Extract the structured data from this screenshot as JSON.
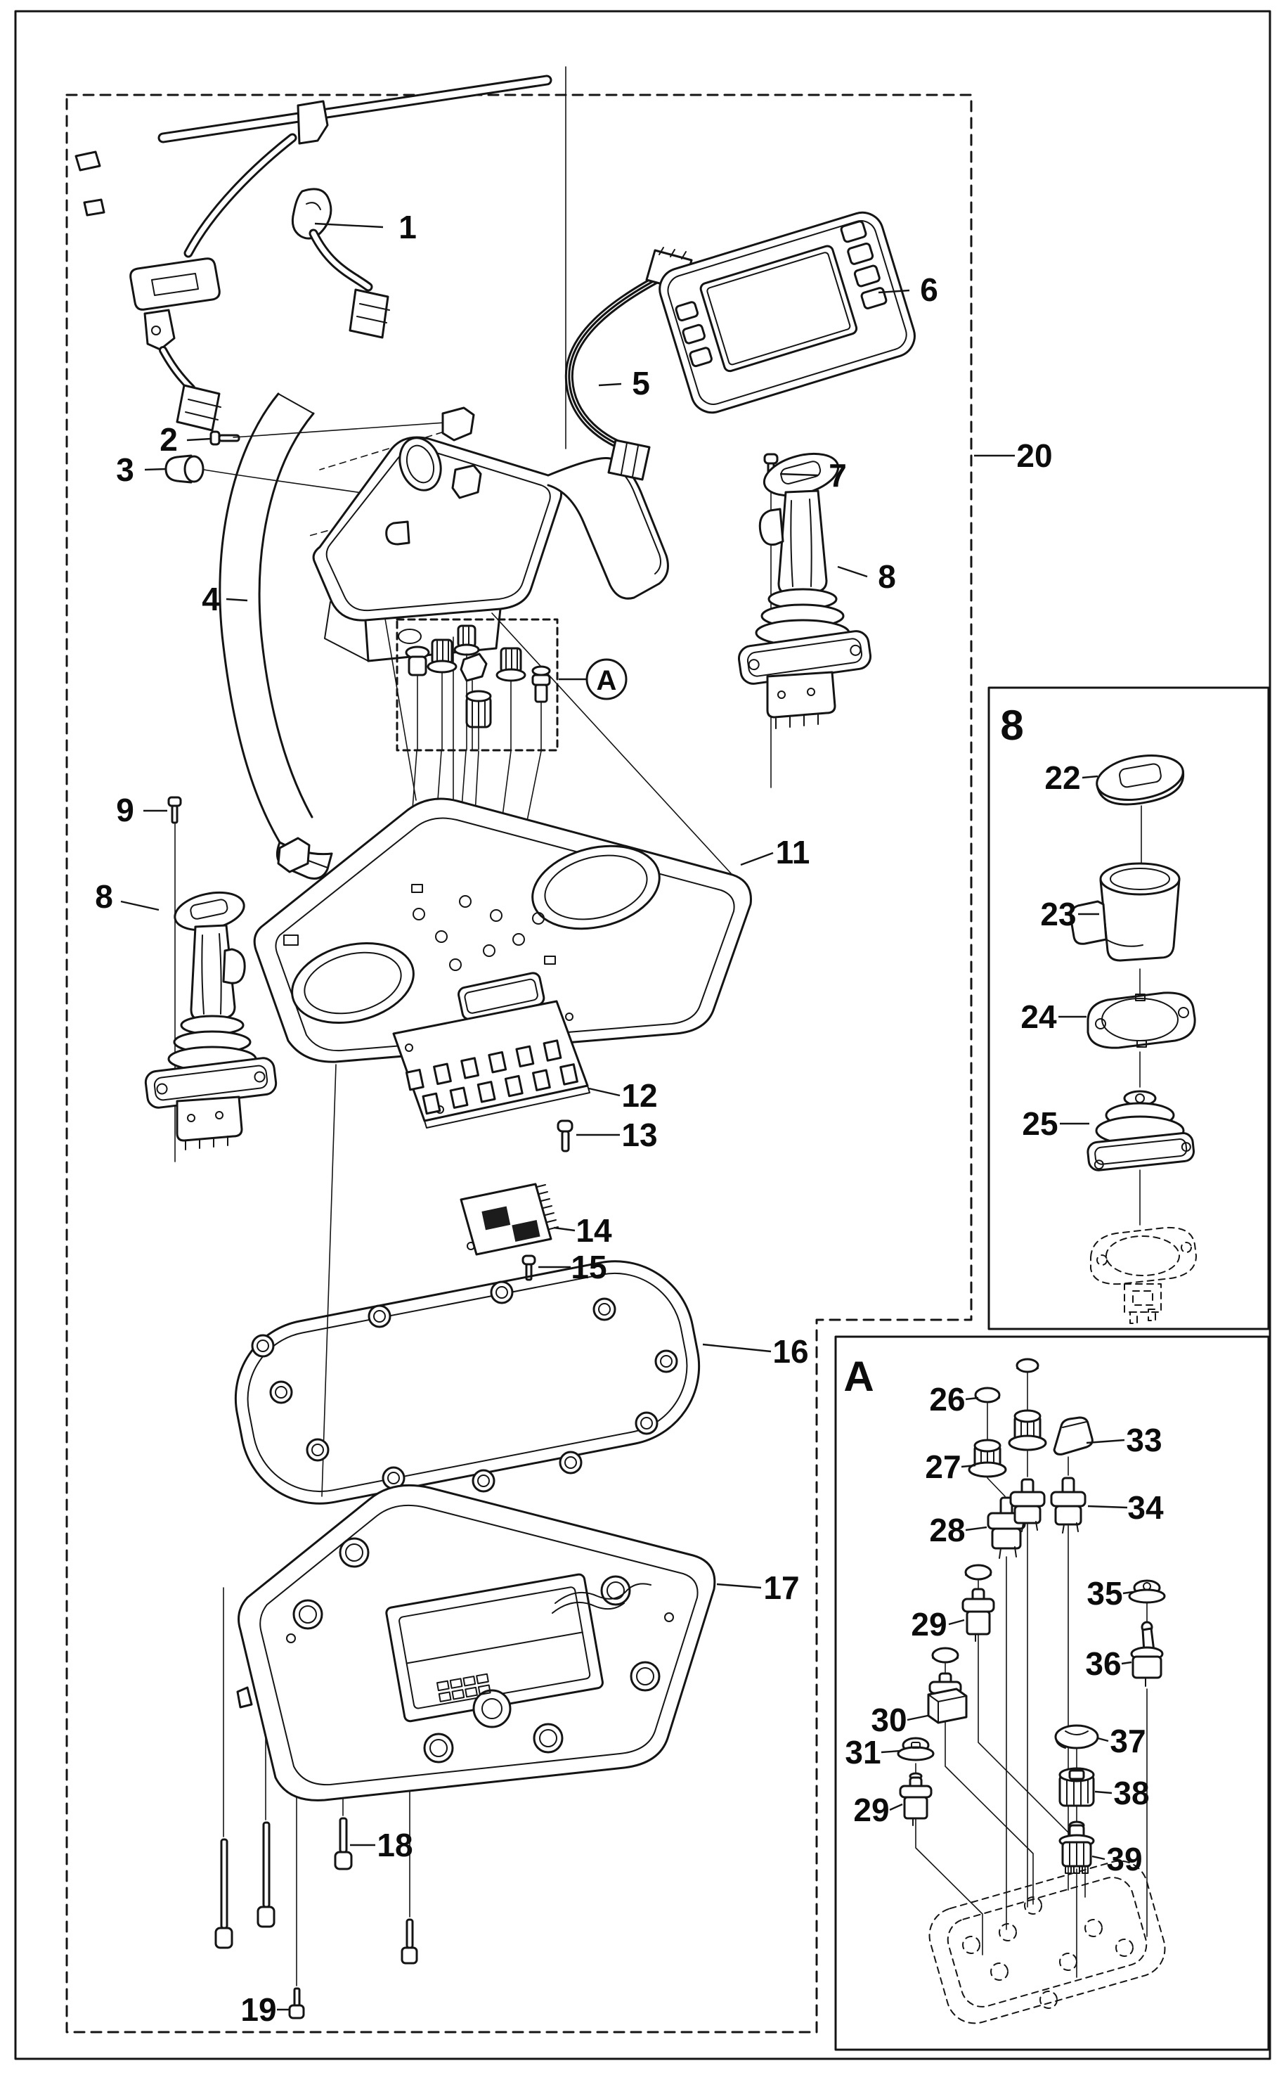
{
  "diagram": {
    "type": "exploded-parts-diagram",
    "ink_color": "#141414",
    "paper_color": "#ffffff",
    "callouts": {
      "n1": "1",
      "n2": "2",
      "n3": "3",
      "n4": "4",
      "n5": "5",
      "n6": "6",
      "n7": "7",
      "n8a": "8",
      "n8b": "8",
      "n9": "9",
      "n11": "11",
      "n12": "12",
      "n13": "13",
      "n14": "14",
      "n15": "15",
      "n16": "16",
      "n17": "17",
      "n18": "18",
      "n19": "19",
      "n20": "20",
      "n22": "22",
      "n23": "23",
      "n24": "24",
      "n25": "25",
      "n26": "26",
      "n27": "27",
      "n28": "28",
      "n29a": "29",
      "n29b": "29",
      "n30": "30",
      "n31": "31",
      "n33": "33",
      "n34": "34",
      "n35": "35",
      "n36": "36",
      "n37": "37",
      "n38": "38",
      "n39": "39"
    },
    "panels": {
      "joystick_detail_label": "8",
      "switch_detail_label": "A"
    },
    "detail_marker": "A"
  }
}
